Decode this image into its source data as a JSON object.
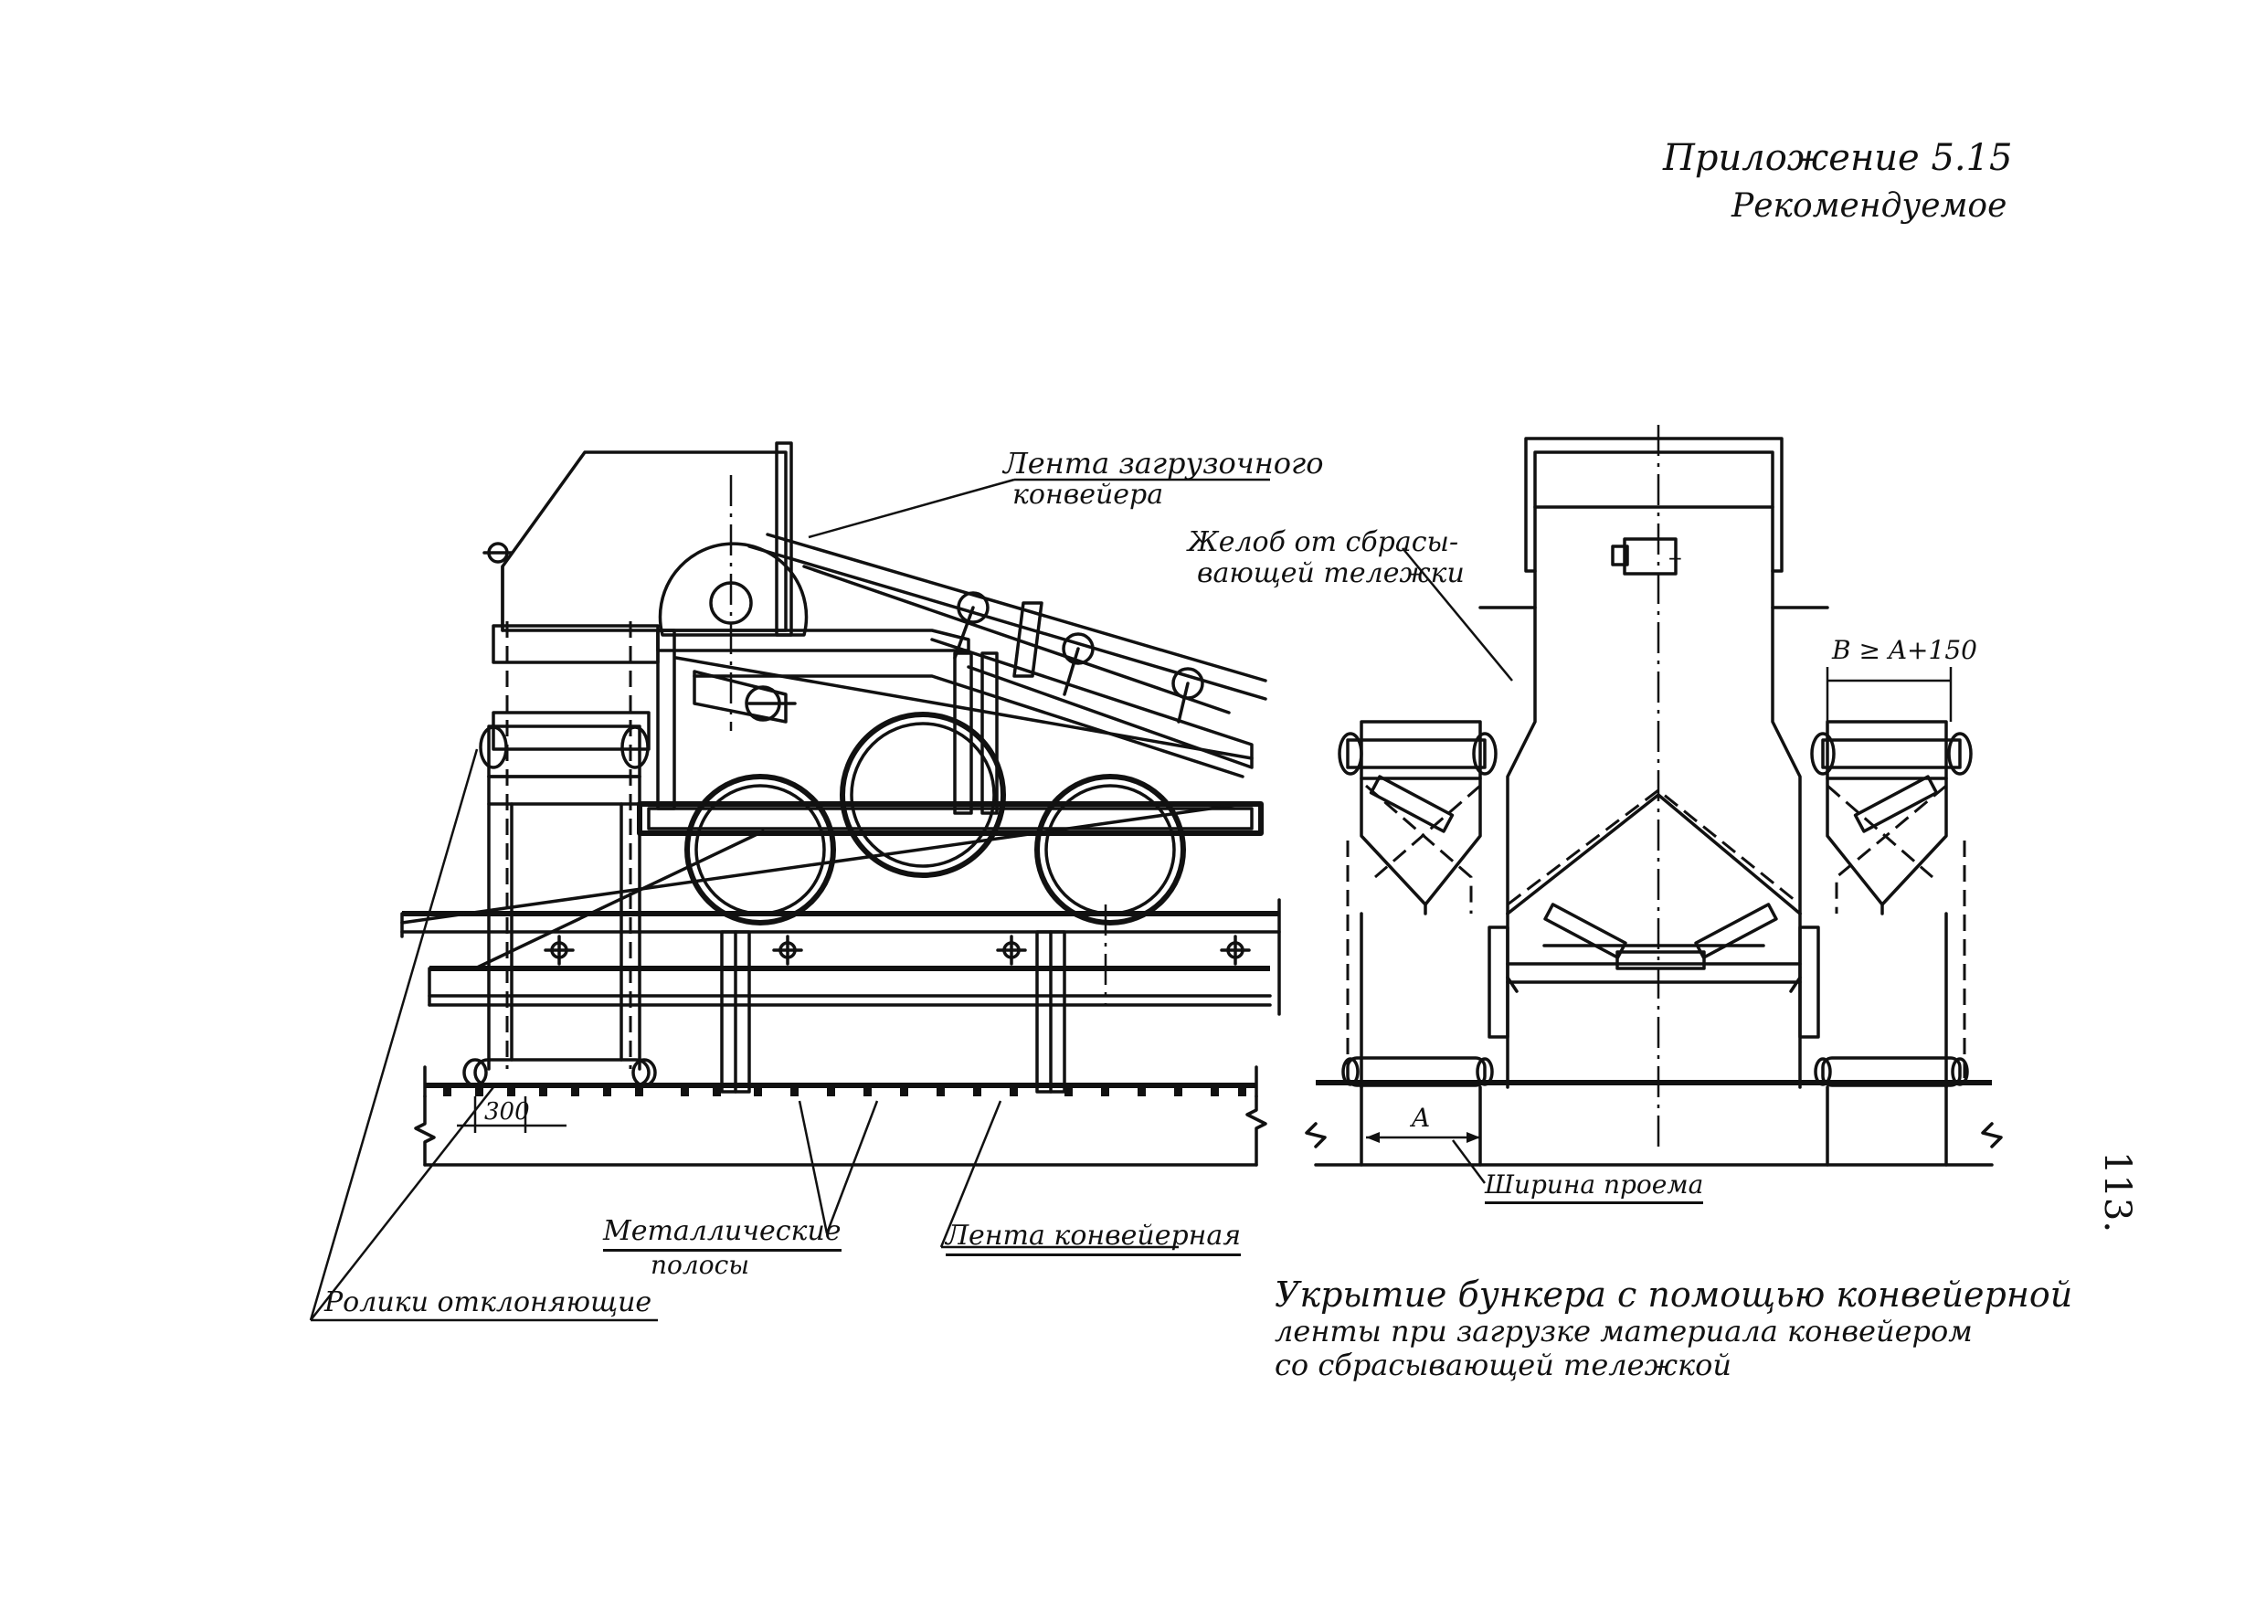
{
  "header": {
    "appendix": "Приложение 5.15",
    "status": "Рекомендуемое"
  },
  "labels": {
    "loading_belt_line1": "Лента загрузочного",
    "loading_belt_line2": "конвейера",
    "chute_line1": "Желоб от сбрасы-",
    "chute_line2": "вающей тележки",
    "dimension_b": "B ≥ A+150",
    "dimension_300": "300",
    "dimension_a": "A",
    "opening_width": "Ширина проема",
    "metal_strips_line1": "Металлические",
    "metal_strips_line2": "полосы",
    "conveyor_belt": "Лента конвейерная",
    "deflecting_rollers": "Ролики отклоняющие"
  },
  "caption": {
    "line1": "Укрытие бункера с помощью конвейерной",
    "line2": "ленты при загрузке материала конвейером",
    "line3": "со сбрасывающей тележкой"
  },
  "page_number": "113.",
  "colors": {
    "ink": "#111111",
    "paper": "#ffffff"
  }
}
